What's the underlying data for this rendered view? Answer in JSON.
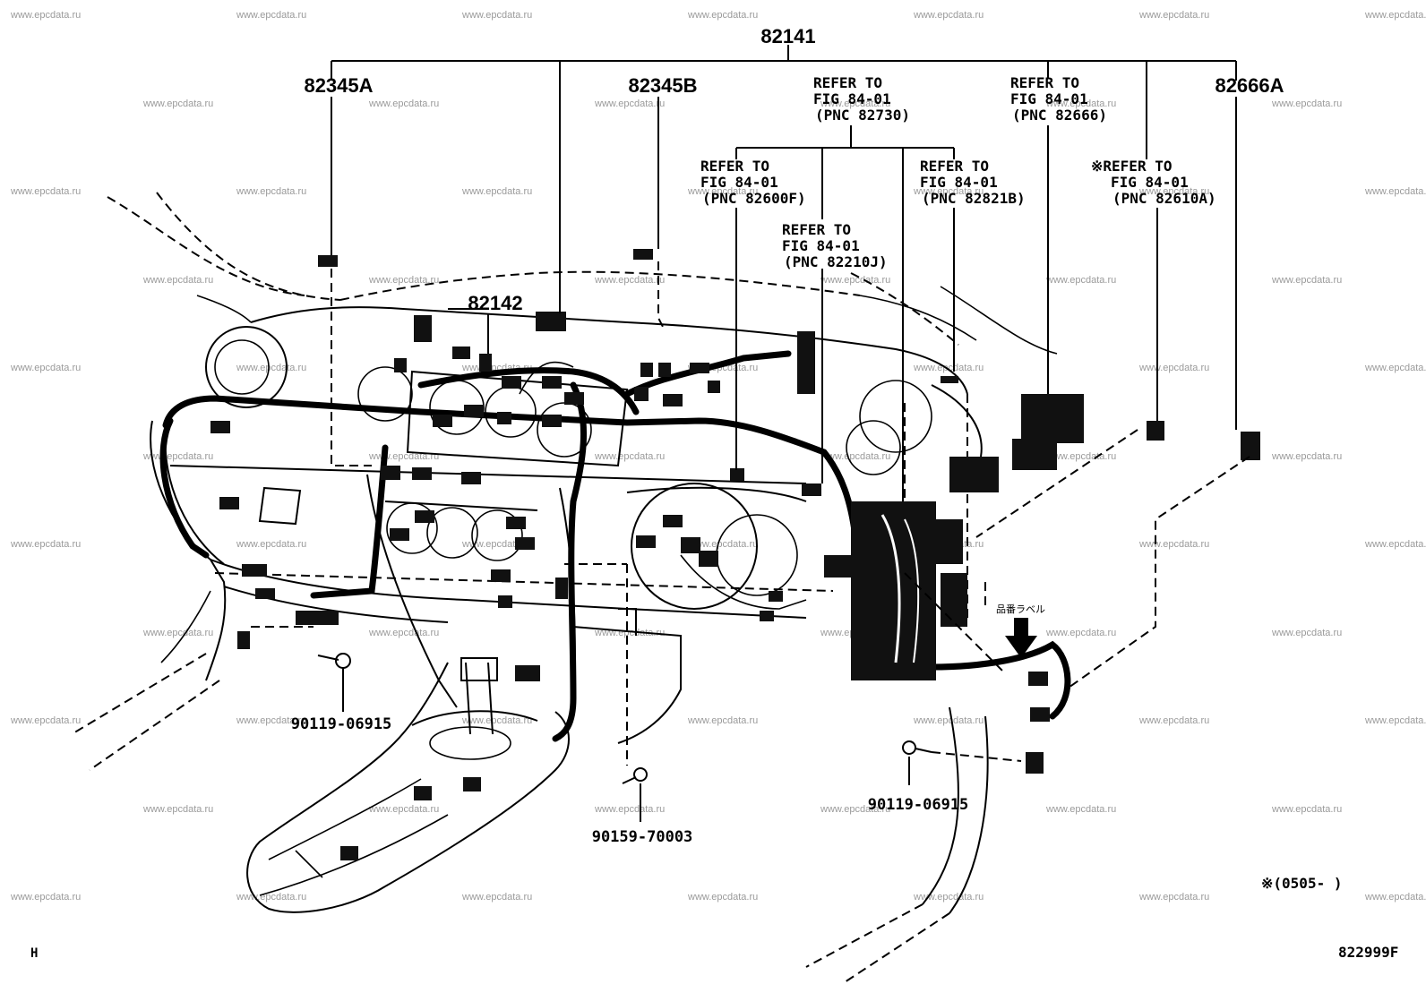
{
  "labels": {
    "p82141": "82141",
    "p82345A": "82345A",
    "p82345B": "82345B",
    "p82666A": "82666A",
    "p82142": "82142",
    "bolt_left": "90119-06915",
    "bolt_center": "90159-70003",
    "bolt_right": "90119-06915",
    "tag_note": "品番ラベル",
    "footnote": "※(0505-   )",
    "corner_left": "H",
    "figure_code": "822999F"
  },
  "refs": {
    "r82730": {
      "l1": "REFER TO",
      "l2": "FIG 84-01",
      "l3": "(PNC 82730)"
    },
    "r82666": {
      "l1": "REFER TO",
      "l2": "FIG 84-01",
      "l3": "(PNC 82666)"
    },
    "r82600F": {
      "l1": "REFER TO",
      "l2": "FIG 84-01",
      "l3": "(PNC 82600F)"
    },
    "r82821B": {
      "l1": "REFER TO",
      "l2": "FIG 84-01",
      "l3": "(PNC 82821B)"
    },
    "r82610A": {
      "l1": "※REFER TO",
      "l2": "FIG 84-01",
      "l3": "(PNC 82610A)"
    },
    "r82210J": {
      "l1": "REFER TO",
      "l2": "FIG 84-01",
      "l3": "(PNC 82210J)"
    }
  },
  "watermark": "www.epcdata.ru",
  "colors": {
    "line": "#000000",
    "watermark": "#9a9a9a",
    "background": "#ffffff"
  }
}
